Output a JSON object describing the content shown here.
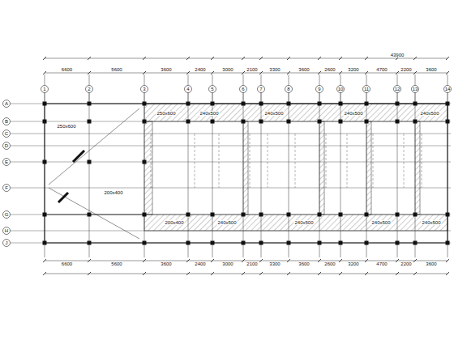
{
  "diagram": {
    "labels": [
      "6600",
      "5600",
      "3600",
      "2400",
      "3000",
      "2100",
      "3300",
      "3600",
      "2600",
      "3200",
      "4700",
      "2200",
      "3600",
      "43900",
      "1",
      "2",
      "3",
      "4",
      "5",
      "6",
      "7",
      "8",
      "9",
      "10",
      "11",
      "12",
      "13",
      "14",
      "A",
      "B",
      "C",
      "D",
      "E",
      "F",
      "G",
      "H",
      "J",
      "250x600",
      "200x400",
      "250x600",
      "240x500",
      "240x500",
      "240x500",
      "240x500",
      "200x400",
      "240x500",
      "240x500",
      "240x500",
      "240x500",
      "6600",
      "5600",
      "3600",
      "2400",
      "3000",
      "2100",
      "3300",
      "3600",
      "2600",
      "3200",
      "4700",
      "2200",
      "3600"
    ]
  }
}
